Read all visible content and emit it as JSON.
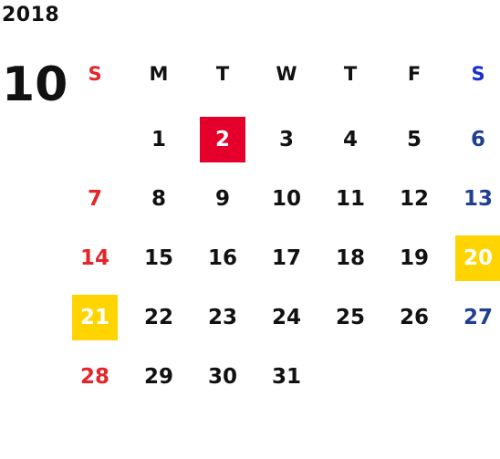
{
  "calendar": {
    "year": "2018",
    "month": "10",
    "weekdays": [
      "S",
      "M",
      "T",
      "W",
      "T",
      "F",
      "S"
    ],
    "leading_blanks": 1,
    "days": [
      "1",
      "2",
      "3",
      "4",
      "5",
      "6",
      "7",
      "8",
      "9",
      "10",
      "11",
      "12",
      "13",
      "14",
      "15",
      "16",
      "17",
      "18",
      "19",
      "20",
      "21",
      "22",
      "23",
      "24",
      "25",
      "26",
      "27",
      "28",
      "29",
      "30",
      "31"
    ],
    "colors": {
      "sunday": "#e3262b",
      "saturday_header": "#1a2fd1",
      "saturday": "#1f3f8f",
      "holiday_red": "#e4002b",
      "holiday_yellow": "#ffd400"
    },
    "highlights": {
      "red": [
        "2"
      ],
      "yellow": [
        "20",
        "21"
      ]
    }
  }
}
